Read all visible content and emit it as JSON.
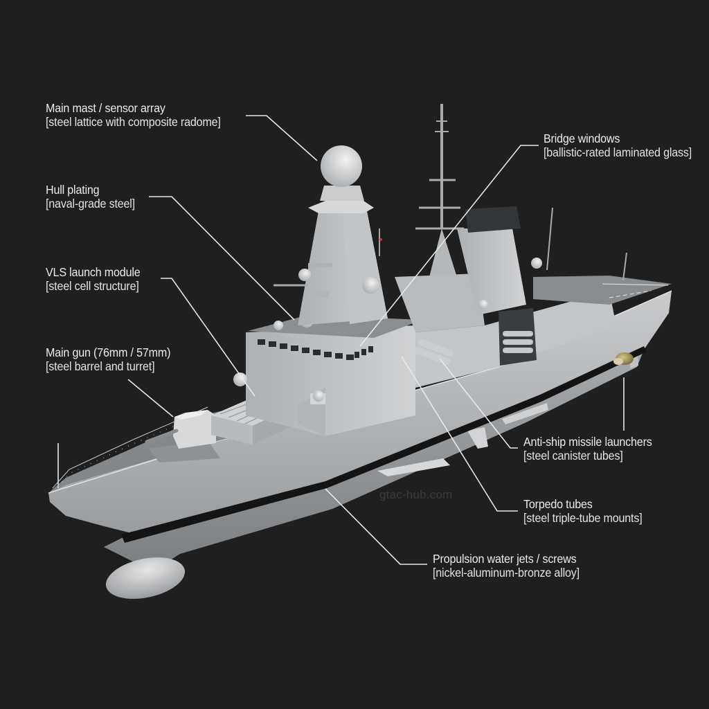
{
  "diagram": {
    "subject": "Naval frigate / destroyer 3D render with material callouts",
    "background_color": "#1f1f1f",
    "hull_color": "#b9bcbf",
    "boot_top_stripe_color": "#141414",
    "label_color": "#ececec",
    "leader_line_color": "#e8e8e8"
  },
  "callouts": [
    {
      "id": "main-mast",
      "title": "Main mast / sensor array",
      "material": "[steel lattice with composite radome]",
      "side": "left"
    },
    {
      "id": "hull-plating",
      "title": "Hull plating",
      "material": "[naval-grade steel]",
      "side": "left"
    },
    {
      "id": "vls",
      "title": "VLS launch module",
      "material": "[steel cell structure]",
      "side": "left"
    },
    {
      "id": "main-gun",
      "title": "Main gun (76mm / 57mm)",
      "material": "[steel barrel and turret]",
      "side": "left"
    },
    {
      "id": "bridge-windows",
      "title": "Bridge windows",
      "material": "[ballistic-rated laminated glass]",
      "side": "right"
    },
    {
      "id": "anti-ship-missiles",
      "title": "Anti-ship missile launchers",
      "material": "[steel canister tubes]",
      "side": "right"
    },
    {
      "id": "torpedo-tubes",
      "title": "Torpedo tubes",
      "material": "[steel triple-tube mounts]",
      "side": "right"
    },
    {
      "id": "propulsion",
      "title": "Propulsion water jets / screws",
      "material": "[nickel-aluminum-bronze alloy]",
      "side": "right"
    }
  ],
  "watermark": "gtac-hub.com"
}
